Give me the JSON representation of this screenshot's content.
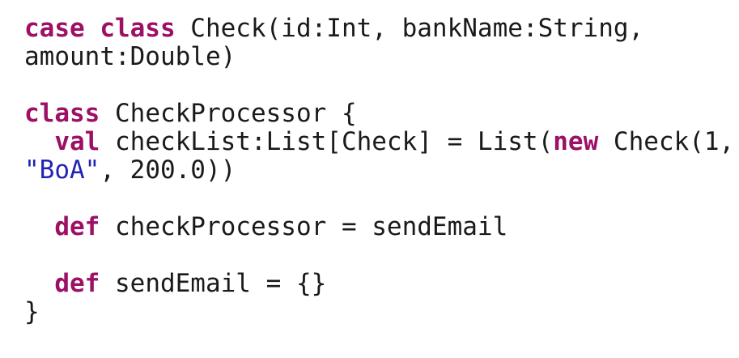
{
  "editor": {
    "language": "scala",
    "background_color": "#ffffff",
    "colors": {
      "keyword": "#9c1066",
      "string": "#2222b4",
      "plain_text": "#1a1a1a"
    },
    "lines": [
      {
        "id": "line-1",
        "tokens": [
          {
            "type": "keyword",
            "text": "case class"
          },
          {
            "type": "plain",
            "text": " Check(id:Int, bankName:String,"
          }
        ]
      },
      {
        "id": "line-2",
        "tokens": [
          {
            "type": "plain",
            "text": "amount:Double)"
          }
        ]
      },
      {
        "id": "line-3",
        "tokens": []
      },
      {
        "id": "line-4",
        "tokens": [
          {
            "type": "keyword",
            "text": "class"
          },
          {
            "type": "plain",
            "text": " CheckProcessor {"
          }
        ]
      },
      {
        "id": "line-5",
        "tokens": [
          {
            "type": "plain",
            "text": "  "
          },
          {
            "type": "keyword",
            "text": "val"
          },
          {
            "type": "plain",
            "text": " checkList:List[Check] = List("
          },
          {
            "type": "keyword",
            "text": "new"
          },
          {
            "type": "plain",
            "text": " Check(1,"
          }
        ]
      },
      {
        "id": "line-6",
        "tokens": [
          {
            "type": "string",
            "text": "\"BoA\""
          },
          {
            "type": "plain",
            "text": ", 200.0))"
          }
        ]
      },
      {
        "id": "line-7",
        "tokens": []
      },
      {
        "id": "line-8",
        "tokens": [
          {
            "type": "plain",
            "text": "  "
          },
          {
            "type": "keyword",
            "text": "def"
          },
          {
            "type": "plain",
            "text": " checkProcessor = sendEmail"
          }
        ]
      },
      {
        "id": "line-9",
        "tokens": []
      },
      {
        "id": "line-10",
        "tokens": [
          {
            "type": "plain",
            "text": "  "
          },
          {
            "type": "keyword",
            "text": "def"
          },
          {
            "type": "plain",
            "text": " sendEmail = {}"
          }
        ]
      },
      {
        "id": "line-11",
        "tokens": [
          {
            "type": "plain",
            "text": "}"
          }
        ]
      }
    ]
  }
}
